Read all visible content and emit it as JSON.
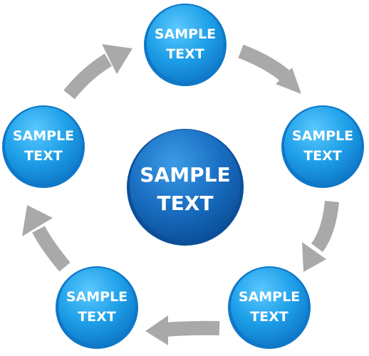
{
  "diagram": {
    "center": {
      "line1": "SAMPLE",
      "line2": "TEXT"
    },
    "nodes": [
      {
        "id": "top",
        "line1": "SAMPLE",
        "line2": "TEXT"
      },
      {
        "id": "right",
        "line1": "SAMPLE",
        "line2": "TEXT"
      },
      {
        "id": "bottom-right",
        "line1": "SAMPLE",
        "line2": "TEXT"
      },
      {
        "id": "bottom-left",
        "line1": "SAMPLE",
        "line2": "TEXT"
      },
      {
        "id": "left",
        "line1": "SAMPLE",
        "line2": "TEXT"
      }
    ],
    "flow": "clockwise",
    "colors": {
      "node_fill": "#1ea0e8",
      "node_rim": "#0f78c8",
      "center_fill": "#1a6fc2",
      "center_rim": "#0b4f99",
      "arrow": "#a9a9a9",
      "label": "#ffffff"
    }
  }
}
